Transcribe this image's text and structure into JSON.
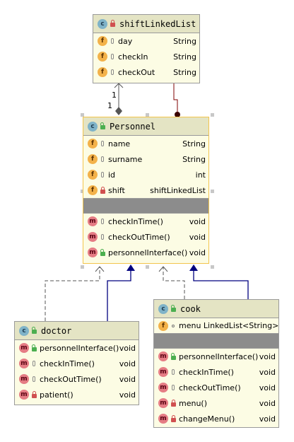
{
  "shift": {
    "title": "shiftLinkedList",
    "fields": [
      {
        "name": "day",
        "type": "String"
      },
      {
        "name": "checkIn",
        "type": "String"
      },
      {
        "name": "checkOut",
        "type": "String"
      }
    ]
  },
  "personnel": {
    "title": "Personnel",
    "fields": [
      {
        "name": "name",
        "type": "String"
      },
      {
        "name": "surname",
        "type": "String"
      },
      {
        "name": "id",
        "type": "int"
      },
      {
        "name": "shift",
        "type": "shiftLinkedList"
      }
    ],
    "methods": [
      {
        "name": "checkInTime()",
        "type": "void"
      },
      {
        "name": "checkOutTime()",
        "type": "void"
      },
      {
        "name": "personnelInterface()",
        "type": "void"
      }
    ]
  },
  "doctor": {
    "title": "doctor",
    "methods": [
      {
        "name": "personnelInterface()",
        "type": "void"
      },
      {
        "name": "checkInTime()",
        "type": "void"
      },
      {
        "name": "checkOutTime()",
        "type": "void"
      },
      {
        "name": "patient()",
        "type": "void"
      }
    ]
  },
  "cook": {
    "title": "cook",
    "fields": [
      {
        "name": "menu LinkedList<String>",
        "type": ""
      }
    ],
    "methods": [
      {
        "name": "personnelInterface()",
        "type": "void"
      },
      {
        "name": "checkInTime()",
        "type": "void"
      },
      {
        "name": "checkOutTime()",
        "type": "void"
      },
      {
        "name": "menu()",
        "type": "void"
      },
      {
        "name": "changeMenu()",
        "type": "void"
      }
    ]
  },
  "multiplicity": {
    "top": "1",
    "bottom": "1"
  },
  "badges": {
    "class": "c",
    "field": "f",
    "method": "m"
  },
  "colors": {
    "class_fill": "#fcfce4",
    "header_fill": "#e4e4c4",
    "realization_arrow": "#00007f",
    "composition_line": "#7f0000"
  }
}
